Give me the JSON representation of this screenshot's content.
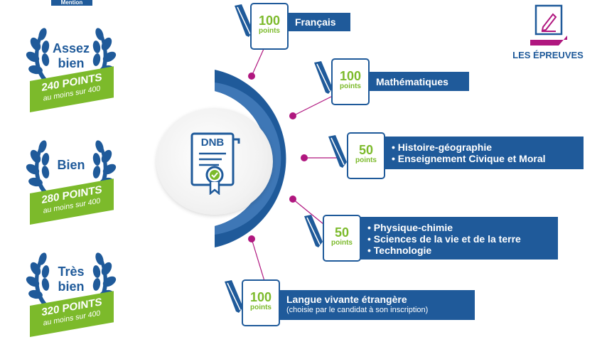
{
  "mentions": {
    "header_tag": "Mention",
    "items": [
      {
        "label_line1": "Assez",
        "label_line2": "bien",
        "points": "240 POINTS",
        "sub": "au moins sur 400"
      },
      {
        "label_line1": "Bien",
        "label_line2": "",
        "points": "280 POINTS",
        "sub": "au moins sur 400"
      },
      {
        "label_line1": "Très",
        "label_line2": "bien",
        "points": "320 POINTS",
        "sub": "au moins sur 400"
      }
    ]
  },
  "center": {
    "badge": "DNB"
  },
  "epreuves": {
    "title": "LES ÉPREUVES",
    "icon": "pencil-document-icon"
  },
  "subjects": [
    {
      "points": "100",
      "unit": "points",
      "lines": [
        "Français"
      ],
      "note": ""
    },
    {
      "points": "100",
      "unit": "points",
      "lines": [
        "Mathématiques"
      ],
      "note": ""
    },
    {
      "points": "50",
      "unit": "points",
      "lines": [
        "• Histoire-géographie",
        "• Enseignement Civique et Moral"
      ],
      "note": ""
    },
    {
      "points": "50",
      "unit": "points",
      "lines": [
        "• Physique-chimie",
        "• Sciences de la vie et de la terre",
        "• Technologie"
      ],
      "note": ""
    },
    {
      "points": "100",
      "unit": "points",
      "lines": [
        "Langue vivante étrangère"
      ],
      "note": "(choisie par le candidat à son inscription)"
    }
  ],
  "colors": {
    "primary": "#1f5a9a",
    "accent_green": "#7cba2b",
    "accent_magenta": "#b0177f"
  }
}
